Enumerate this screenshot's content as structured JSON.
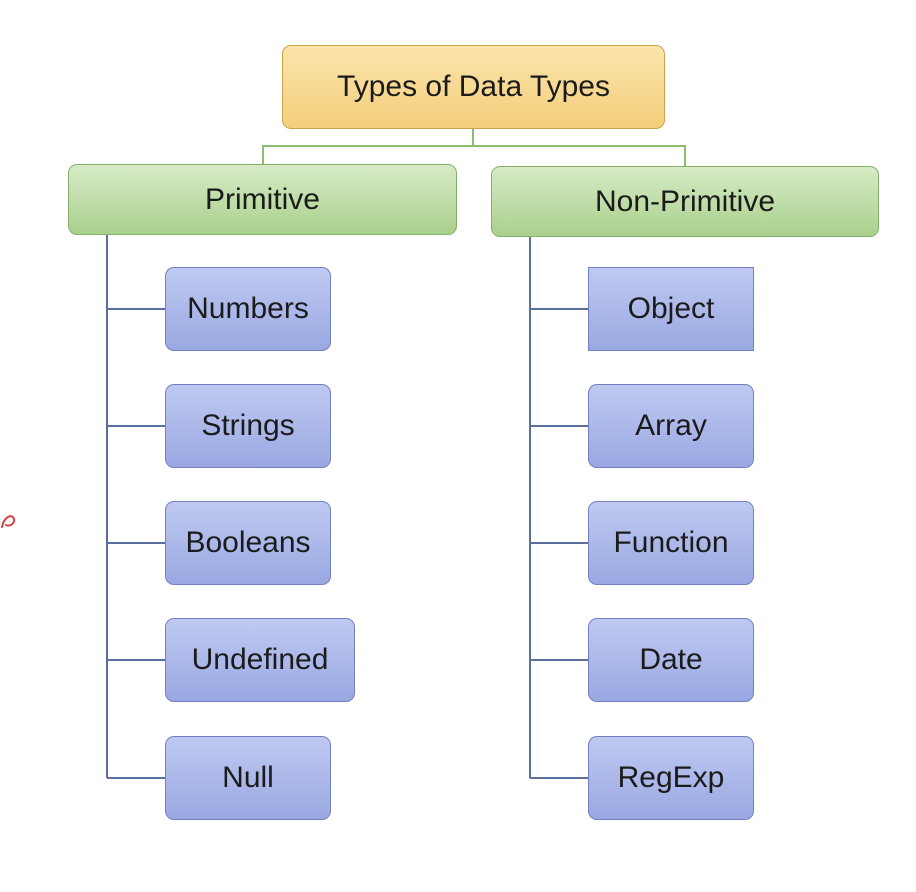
{
  "root": {
    "label": "Types of Data Types"
  },
  "categories": [
    {
      "label": "Primitive",
      "items": [
        "Numbers",
        "Strings",
        "Booleans",
        "Undefined",
        "Null"
      ]
    },
    {
      "label": "Non-Primitive",
      "items": [
        "Object",
        "Array",
        "Function",
        "Date",
        "RegExp"
      ]
    }
  ],
  "colors": {
    "root_fill": "#f4cf7c",
    "category_fill": "#a9d08d",
    "category_connector": "#8bbd6a",
    "leaf_fill": "#9aa8e2",
    "leaf_connector": "#5b6f9f",
    "annotation_ink": "#d04040"
  }
}
